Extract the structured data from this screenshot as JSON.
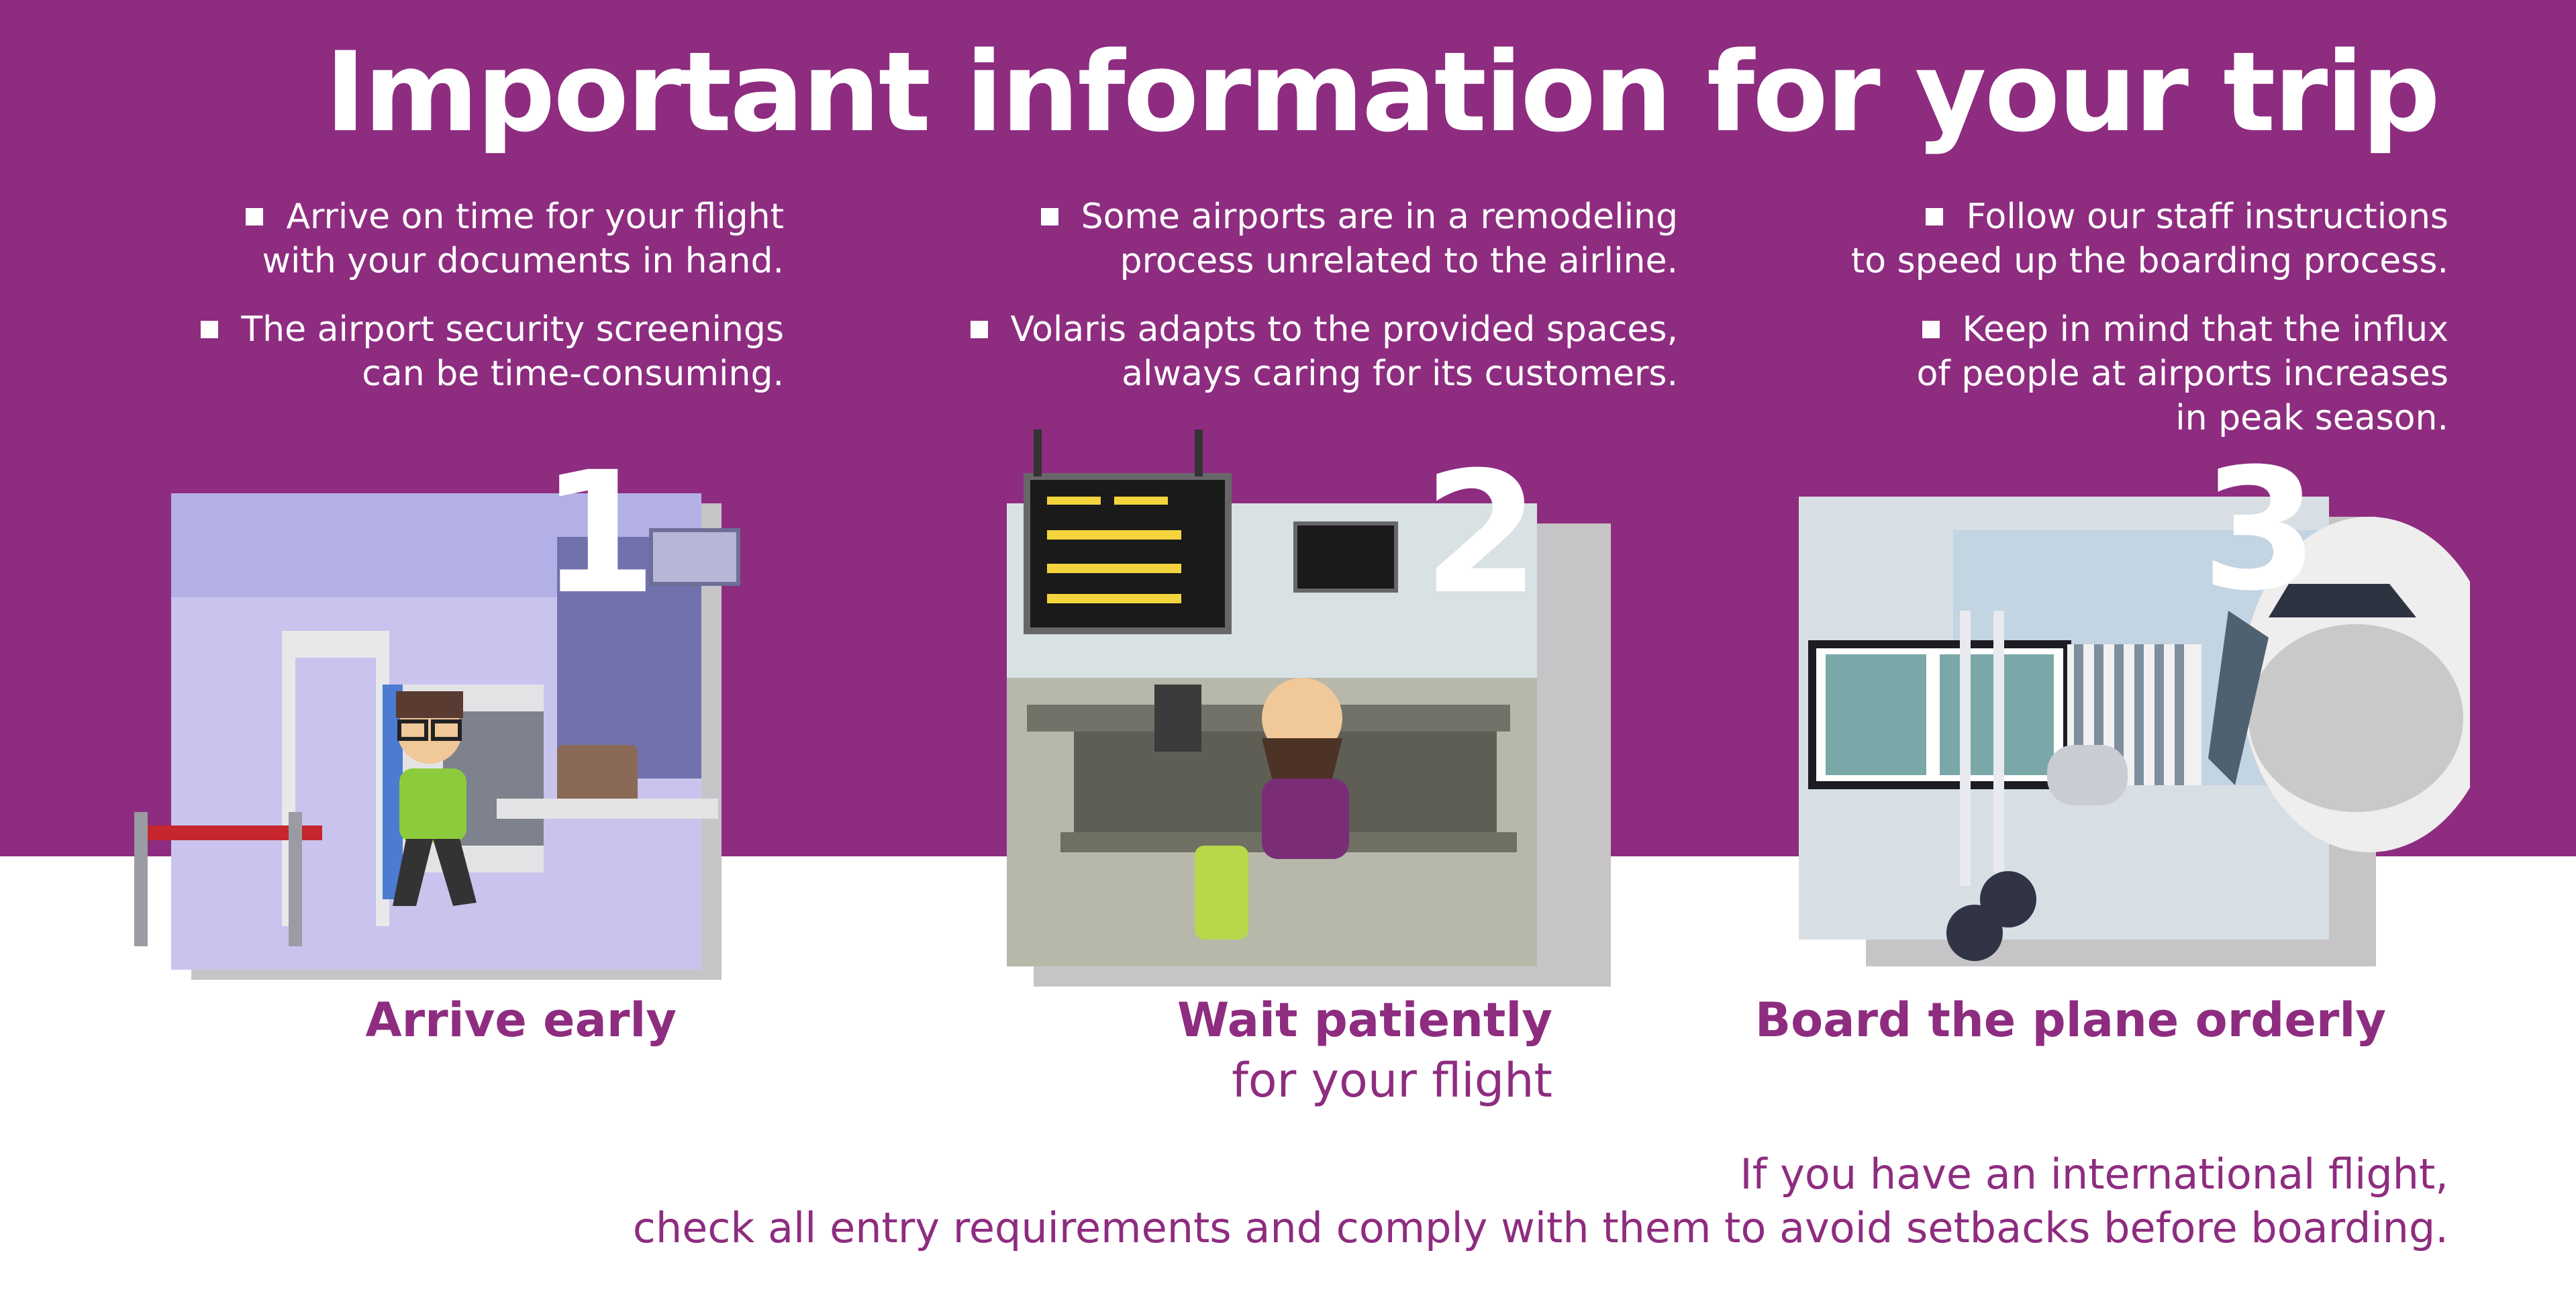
{
  "title": "Important information for your trip",
  "columns": [
    {
      "number": "1",
      "bullets": [
        {
          "line1": "Arrive on time for your flight",
          "line2": "with your documents in hand."
        },
        {
          "line1": "The airport security screenings",
          "line2": "can be time-consuming."
        }
      ],
      "caption_bold": "Arrive early",
      "caption_regular": ""
    },
    {
      "number": "2",
      "bullets": [
        {
          "line1": "Some airports are in a remodeling",
          "line2": "process unrelated to the airline."
        },
        {
          "line1": "Volaris adapts to the provided spaces,",
          "line2": "always caring for its customers."
        }
      ],
      "caption_bold": "Wait patiently",
      "caption_regular": "for your flight"
    },
    {
      "number": "3",
      "bullets": [
        {
          "line1": "Follow our staff instructions",
          "line2": "to speed up the boarding process."
        },
        {
          "line1": "Keep in mind that the influx",
          "line2": "of people at airports increases",
          "line3": "in peak season."
        }
      ],
      "caption_bold": "Board the plane orderly",
      "caption_regular": ""
    }
  ],
  "footer": {
    "line1": "If you have an international flight,",
    "line2": "check all entry requirements and comply with them to avoid setbacks before boarding."
  },
  "colors": {
    "brand_purple": "#8e2c80",
    "white": "#ffffff"
  },
  "icons": [
    "security-scanner-illustration",
    "waiting-room-illustration",
    "boarding-bridge-illustration"
  ]
}
